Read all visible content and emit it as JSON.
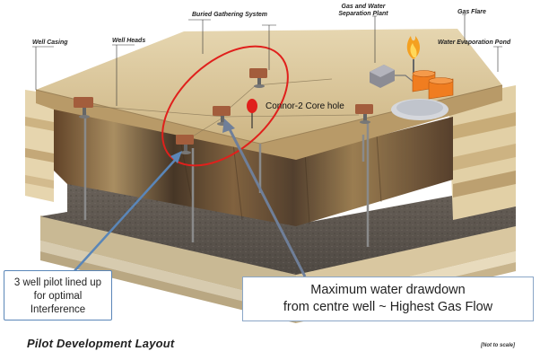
{
  "labels": {
    "well_casing": "Well Casing",
    "well_heads": "Well Heads",
    "buried_gathering": "Buried Gathering System",
    "separation_plant": "Gas and Water Separation Plant",
    "gas_flare": "Gas Flare",
    "evaporation_pond": "Water Evaporation Pond",
    "core_hole": "Connor-2 Core hole"
  },
  "callouts": {
    "pilot_line1": "3 well pilot lined up",
    "pilot_line2": "for optimal",
    "pilot_line3": "Interference",
    "drawdown_line1": "Maximum water drawdown",
    "drawdown_line2": "from centre well ~ Highest Gas Flow"
  },
  "caption": "Pilot Development Layout",
  "scale_note": "[Not to scale]",
  "colors": {
    "surface": "#d8c49a",
    "wellhead": "#a35d3c",
    "ellipse": "#e0201c",
    "callout_border": "#5a86b8",
    "flare": "#f4a020",
    "pond_tank": "#f07d20",
    "strata_dark": "#5f5850",
    "strata_light": "#e4d3ab"
  }
}
